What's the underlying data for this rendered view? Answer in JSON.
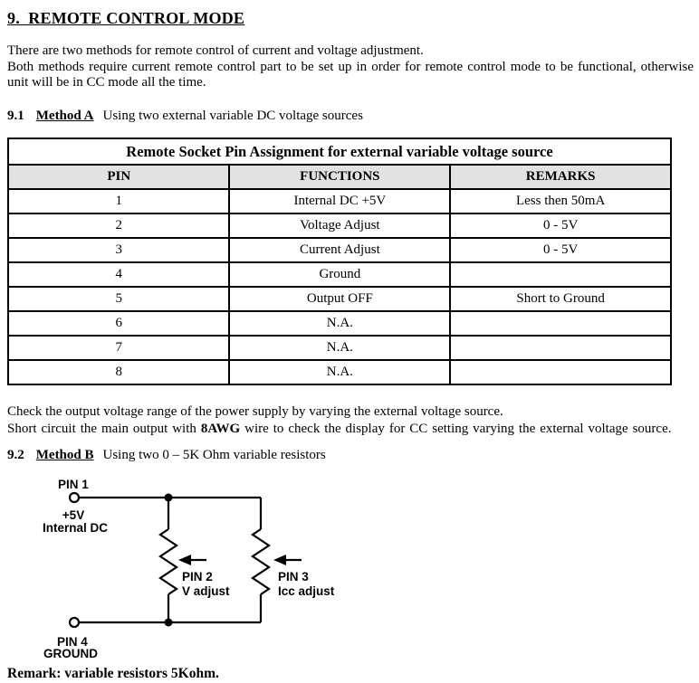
{
  "heading": "9.  REMOTE CONTROL MODE",
  "intro": {
    "line1": "There are two methods for remote control of current and voltage adjustment.",
    "para2": "Both methods require current remote control part to be set up in order for remote control mode to be functional, otherwise unit will be in CC mode all the time."
  },
  "section_a": {
    "number": "9.1",
    "method": "Method A",
    "description": "Using two external variable DC voltage sources"
  },
  "pin_table": {
    "title": "Remote Socket Pin Assignment for external variable voltage source",
    "headers": [
      "PIN",
      "FUNCTIONS",
      "REMARKS"
    ],
    "rows": [
      [
        "1",
        "Internal DC +5V",
        "Less then 50mA"
      ],
      [
        "2",
        "Voltage Adjust",
        "0 - 5V"
      ],
      [
        "3",
        "Current Adjust",
        "0 - 5V"
      ],
      [
        "4",
        "Ground",
        ""
      ],
      [
        "5",
        "Output OFF",
        "Short to Ground"
      ],
      [
        "6",
        "N.A.",
        ""
      ],
      [
        "7",
        "N.A.",
        ""
      ],
      [
        "8",
        "N.A.",
        ""
      ]
    ]
  },
  "after_table": {
    "line1": "Check the output voltage range of the power supply by varying the external voltage source.",
    "line2_pre": "Short circuit the main output with ",
    "line2_bold": "8AWG",
    "line2_post": " wire to check the display for CC setting varying the external voltage source."
  },
  "section_b": {
    "number": "9.2",
    "method": "Method B",
    "description": "Using two 0 – 5K Ohm variable resistors"
  },
  "diagram": {
    "pin1_label": "PIN 1",
    "source_line1": "+5V",
    "source_line2": "Internal DC",
    "pin2_label": "PIN 2",
    "pin2_function": "V adjust",
    "pin3_label": "PIN 3",
    "pin3_function": "Icc adjust",
    "pin4_label": "PIN 4",
    "pin4_function": "GROUND"
  },
  "remark": "Remark: variable resistors 5Kohm.",
  "colors": {
    "text": "#000000",
    "table_header_bg": "#e2e2e2",
    "table_border": "#000000"
  }
}
